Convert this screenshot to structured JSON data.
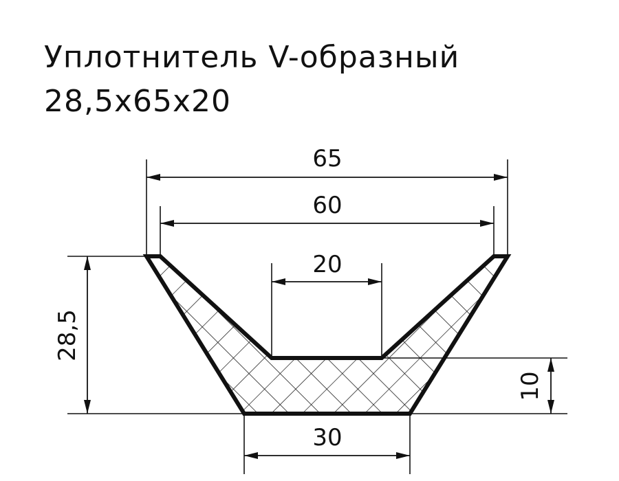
{
  "title": {
    "line1": "Уплотнитель V-образный",
    "line2": "28,5x65x20"
  },
  "dimensions": {
    "outer_width": "65",
    "inner_width": "60",
    "groove_bottom_width": "20",
    "base_width": "30",
    "height": "28,5",
    "bottom_thickness": "10"
  },
  "colors": {
    "line": "#111111",
    "background": "#ffffff"
  }
}
